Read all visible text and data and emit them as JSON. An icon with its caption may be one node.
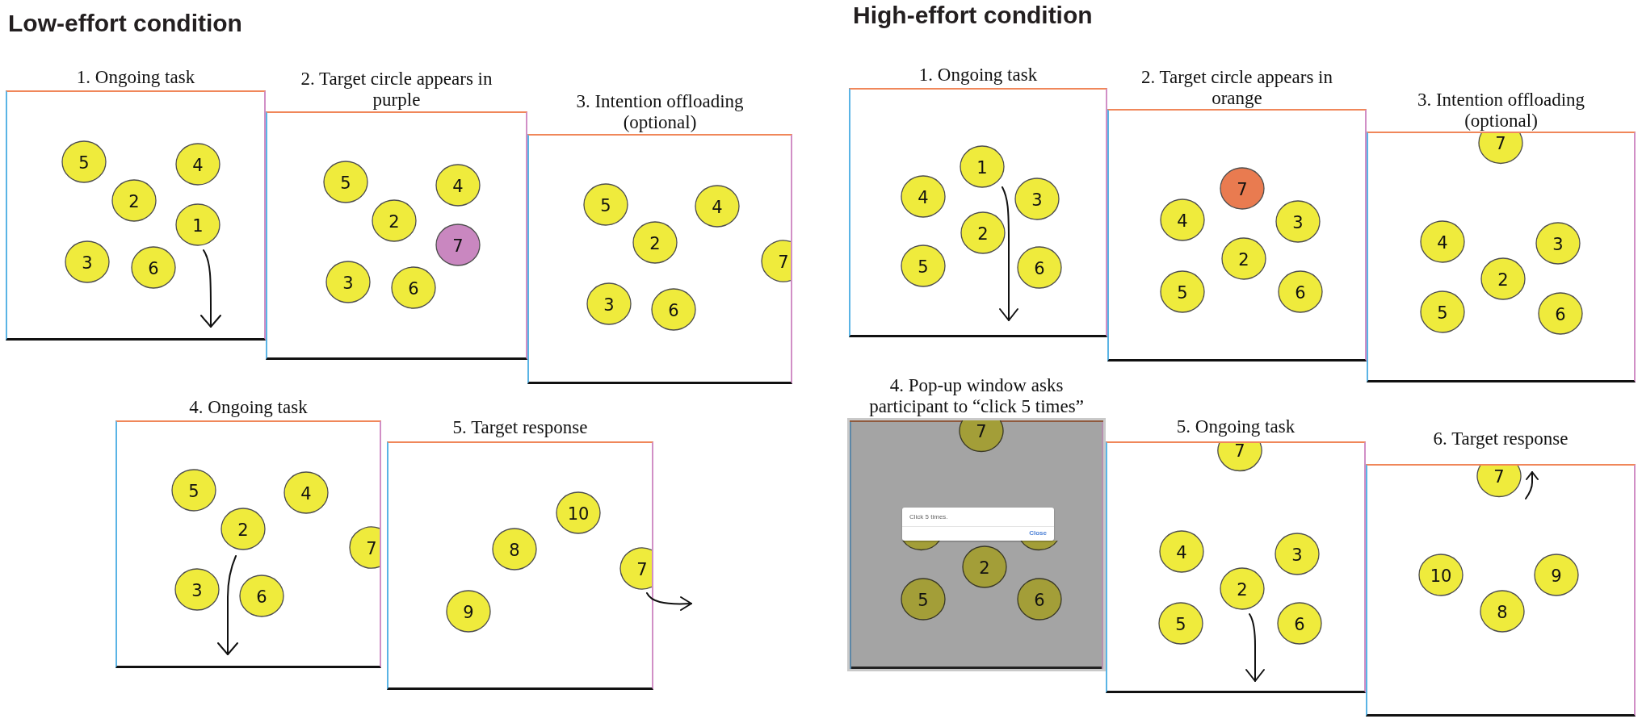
{
  "diagram": {
    "nodes": [
      {
        "text": [
          "1. Ongoing task"
        ]
      },
      {
        "text": [
          "5"
        ],
        "in": 0
      },
      {
        "text": [
          "4"
        ],
        "in": 0
      },
      {
        "text": [
          "2"
        ],
        "in": 0
      },
      {
        "text": [
          "1"
        ],
        "in": 0
      },
      {
        "text": [
          "3"
        ],
        "in": 0
      },
      {
        "text": [
          "6"
        ],
        "in": 0
      },
      {
        "text": [
          "2. Target circle appears in purple"
        ]
      },
      {
        "text": [
          "5"
        ],
        "in": 7
      },
      {
        "text": [
          "4"
        ],
        "in": 7
      },
      {
        "text": [
          "2"
        ],
        "in": 7
      },
      {
        "text": [
          "7"
        ],
        "in": 7
      },
      {
        "text": [
          "3"
        ],
        "in": 7
      },
      {
        "text": [
          "6"
        ],
        "in": 7
      },
      {
        "text": [
          "3. Intention offloading (optional)"
        ]
      },
      {
        "text": [
          "5"
        ],
        "in": 14
      },
      {
        "text": [
          "4"
        ],
        "in": 14
      },
      {
        "text": [
          "2"
        ],
        "in": 14
      },
      {
        "text": [
          "7"
        ],
        "in": 14
      },
      {
        "text": [
          "3"
        ],
        "in": 14
      },
      {
        "text": [
          "6"
        ],
        "in": 14
      },
      {
        "text": [
          "4. Ongoing task"
        ]
      },
      {
        "text": [
          "5"
        ],
        "in": 21
      },
      {
        "text": [
          "4"
        ],
        "in": 21
      },
      {
        "text": [
          "2"
        ],
        "in": 21
      },
      {
        "text": [
          "7"
        ],
        "in": 21
      },
      {
        "text": [
          "3"
        ],
        "in": 21
      },
      {
        "text": [
          "6"
        ],
        "in": 21
      },
      {
        "text": [
          "5. Target response"
        ]
      },
      {
        "text": [
          "10"
        ],
        "in": 28
      },
      {
        "text": [
          "8"
        ],
        "in": 28
      },
      {
        "text": [
          "7"
        ],
        "in": 28
      },
      {
        "text": [
          "9"
        ],
        "in": 28
      },
      {
        "text": [
          "1. Ongoing task"
        ]
      },
      {
        "text": [
          "1"
        ],
        "in": 33
      },
      {
        "text": [
          "4"
        ],
        "in": 33
      },
      {
        "text": [
          "3"
        ],
        "in": 33
      },
      {
        "text": [
          "2"
        ],
        "in": 33
      },
      {
        "text": [
          "5"
        ],
        "in": 33
      },
      {
        "text": [
          "6"
        ],
        "in": 33
      },
      {
        "text": [
          "2. Target circle appears in orange"
        ]
      },
      {
        "text": [
          "7"
        ],
        "in": 40
      },
      {
        "text": [
          "4"
        ],
        "in": 40
      },
      {
        "text": [
          "3"
        ],
        "in": 40
      },
      {
        "text": [
          "2"
        ],
        "in": 40
      },
      {
        "text": [
          "5"
        ],
        "in": 40
      },
      {
        "text": [
          "6"
        ],
        "in": 40
      },
      {
        "text": [
          "3. Intention offloading (optional)"
        ]
      },
      {
        "text": [
          "7"
        ],
        "in": 47
      },
      {
        "text": [
          "4"
        ],
        "in": 47
      },
      {
        "text": [
          "3"
        ],
        "in": 47
      },
      {
        "text": [
          "2"
        ],
        "in": 47
      },
      {
        "text": [
          "5"
        ],
        "in": 47
      },
      {
        "text": [
          "6"
        ],
        "in": 47
      },
      {
        "text": [
          "4. Pop-up window asks participant to “click 5 times”"
        ]
      },
      {
        "text": [
          "7"
        ],
        "in": 54
      },
      {
        "text": [
          "Click 5 times.",
          "Close"
        ],
        "in": 54
      },
      {
        "text": [],
        "shape": "circle",
        "in": 54
      },
      {
        "text": [],
        "shape": "circle",
        "in": 54
      },
      {
        "text": [
          "2"
        ],
        "in": 54
      },
      {
        "text": [
          "5"
        ],
        "in": 54
      },
      {
        "text": [
          "6"
        ],
        "in": 54
      },
      {
        "text": [
          "5. Ongoing task"
        ]
      },
      {
        "text": [
          "7"
        ],
        "in": 62
      },
      {
        "text": [
          "4"
        ],
        "in": 62
      },
      {
        "text": [
          "3"
        ],
        "in": 62
      },
      {
        "text": [
          "2"
        ],
        "in": 62
      },
      {
        "text": [
          "5"
        ],
        "in": 62
      },
      {
        "text": [
          "6"
        ],
        "in": 62
      },
      {
        "text": [
          "6. Target response"
        ]
      },
      {
        "text": [
          "7"
        ],
        "in": 69
      },
      {
        "text": [
          "10"
        ],
        "in": 69
      },
      {
        "text": [
          "9"
        ],
        "in": 69
      },
      {
        "text": [
          "8"
        ],
        "in": 69
      }
    ],
    "labels": [
      "Low-effort condition",
      "High-effort condition"
    ]
  }
}
